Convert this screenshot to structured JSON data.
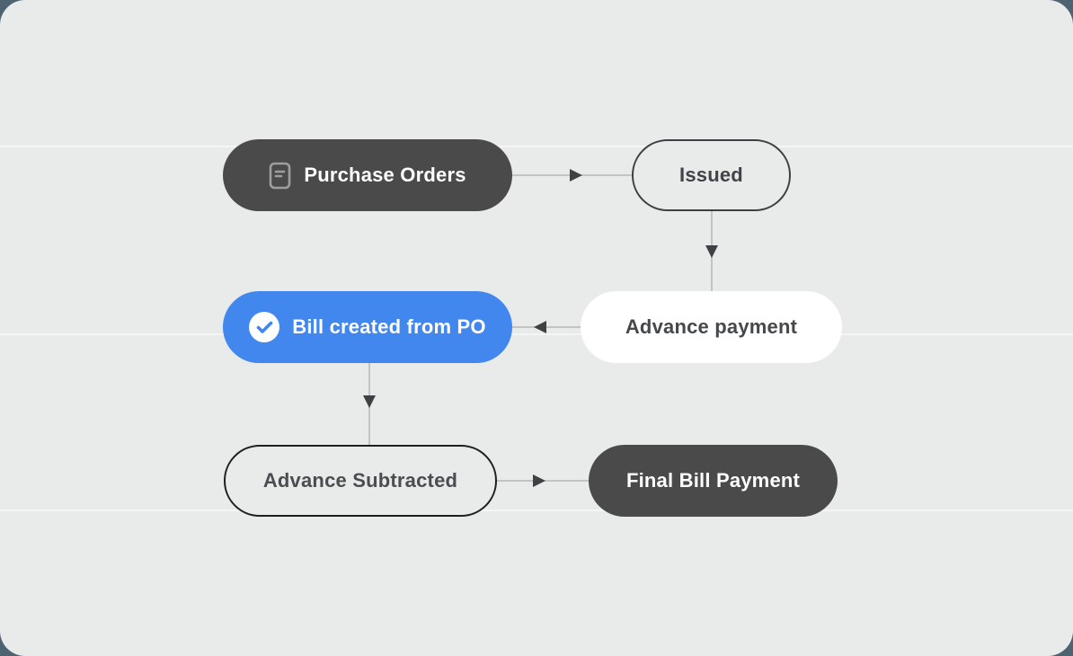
{
  "canvas": {
    "background": "#4E6372",
    "card_background": "#E9EAEA",
    "grid_line_color": "#F4F5F5"
  },
  "colors": {
    "dark_pill": "#4A4A4A",
    "blue_pill": "#4187EE",
    "white_pill": "#FFFFFF",
    "outline_border": "#3C4043",
    "outline_border_bold": "#1F1F1F",
    "connector_line": "#C2C4C4",
    "arrowhead": "#3F4245",
    "text_on_dark": "#FFFFFF",
    "text_on_light": "#45494C",
    "doc_icon_stroke": "#9E9E9E",
    "check_icon_stroke": "#4187EE"
  },
  "diagram": {
    "nodes": {
      "purchase_orders": {
        "label": "Purchase Orders",
        "icon": "document-icon",
        "variant": "dark-filled"
      },
      "issued": {
        "label": "Issued",
        "variant": "outlined"
      },
      "advance_payment": {
        "label": "Advance payment",
        "variant": "white-filled"
      },
      "bill_created": {
        "label": "Bill created from PO",
        "icon": "check-circle-icon",
        "variant": "blue-filled"
      },
      "advance_subtracted": {
        "label": "Advance Subtracted",
        "variant": "outlined-bold"
      },
      "final_bill": {
        "label": "Final Bill Payment",
        "variant": "dark-filled"
      }
    },
    "edges": [
      {
        "from": "purchase_orders",
        "to": "issued",
        "direction": "right"
      },
      {
        "from": "issued",
        "to": "advance_payment",
        "direction": "down"
      },
      {
        "from": "advance_payment",
        "to": "bill_created",
        "direction": "left"
      },
      {
        "from": "bill_created",
        "to": "advance_subtracted",
        "direction": "down"
      },
      {
        "from": "advance_subtracted",
        "to": "final_bill",
        "direction": "right"
      }
    ]
  }
}
